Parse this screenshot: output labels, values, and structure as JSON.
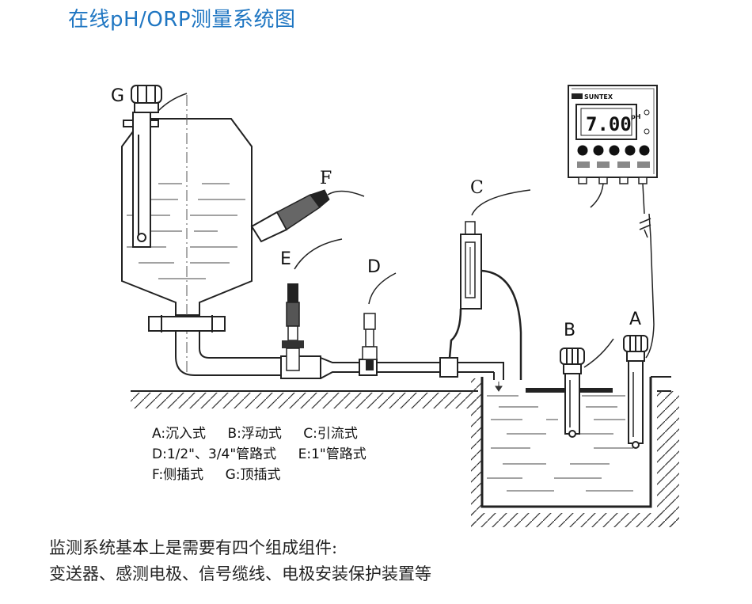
{
  "title": "在线pH/ORP测量系统图",
  "labels": {
    "A": "A",
    "B": "B",
    "C": "C",
    "D": "D",
    "E": "E",
    "F": "F",
    "G": "G"
  },
  "meter": {
    "brand": "SUNTEX",
    "reading": "7.00",
    "unit": "pH"
  },
  "legend": {
    "row1": [
      "A:沉入式",
      "B:浮动式",
      "C:引流式"
    ],
    "row2": [
      "D:1/2\"、3/4\"管路式",
      "E:1\"管路式"
    ],
    "row3": [
      "F:侧插式",
      "G:顶插式"
    ]
  },
  "footer": {
    "line1": "监测系统基本上是需要有四个组成组件:",
    "line2": "变送器、感测电极、信号缆线、电极安装保护装置等"
  }
}
